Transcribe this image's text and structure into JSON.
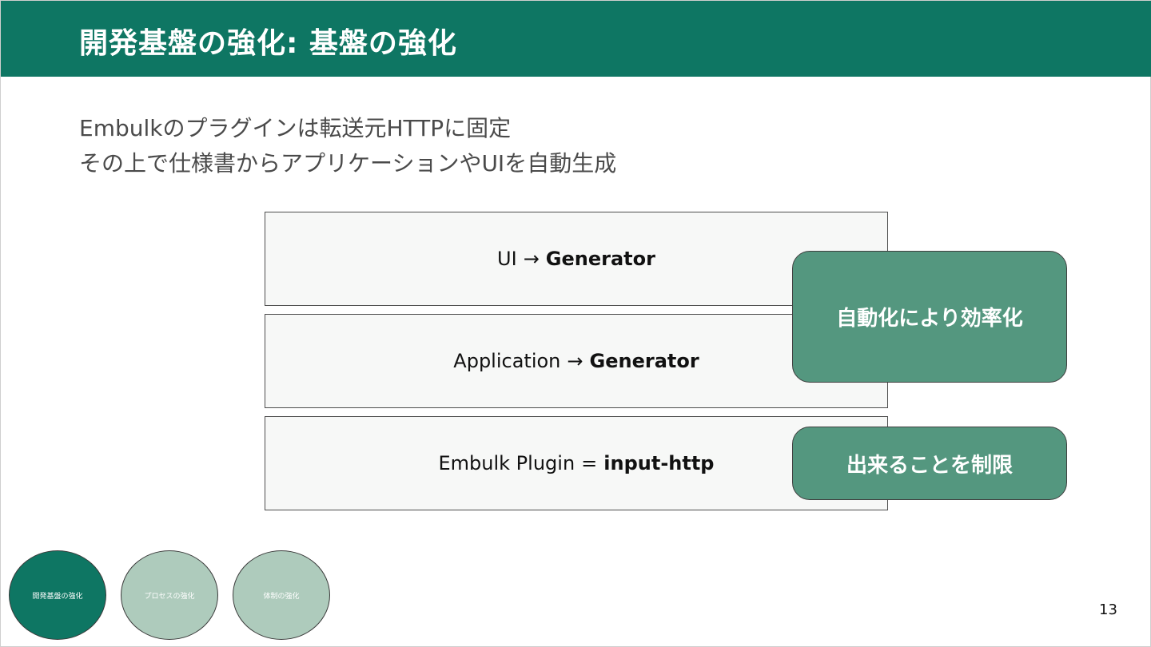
{
  "header": {
    "title": "開発基盤の強化: 基盤の強化"
  },
  "lead": {
    "line1": "Embulkのプラグインは転送元HTTPに固定",
    "line2": "その上で仕様書からアプリケーションやUIを自動生成"
  },
  "layers": {
    "ui": {
      "key": "UI",
      "symbol": "→",
      "value": "Generator"
    },
    "application": {
      "key": "Application",
      "symbol": "→",
      "value": "Generator"
    },
    "plugin": {
      "key": "Embulk Plugin",
      "symbol": "=",
      "value": "input-http"
    }
  },
  "callouts": {
    "automation": "自動化により効率化",
    "limitation": "出来ることを制限"
  },
  "nav": {
    "items": [
      {
        "label": "開発基盤の強化"
      },
      {
        "label": "プロセスの強化"
      },
      {
        "label": "体制の強化"
      }
    ]
  },
  "page_number": "13",
  "colors": {
    "header": "#0e7663",
    "callout": "#54977f",
    "nav_active": "#0e7663",
    "nav_inactive": "#aecbbc",
    "layer_bg": "#f7f8f7"
  }
}
